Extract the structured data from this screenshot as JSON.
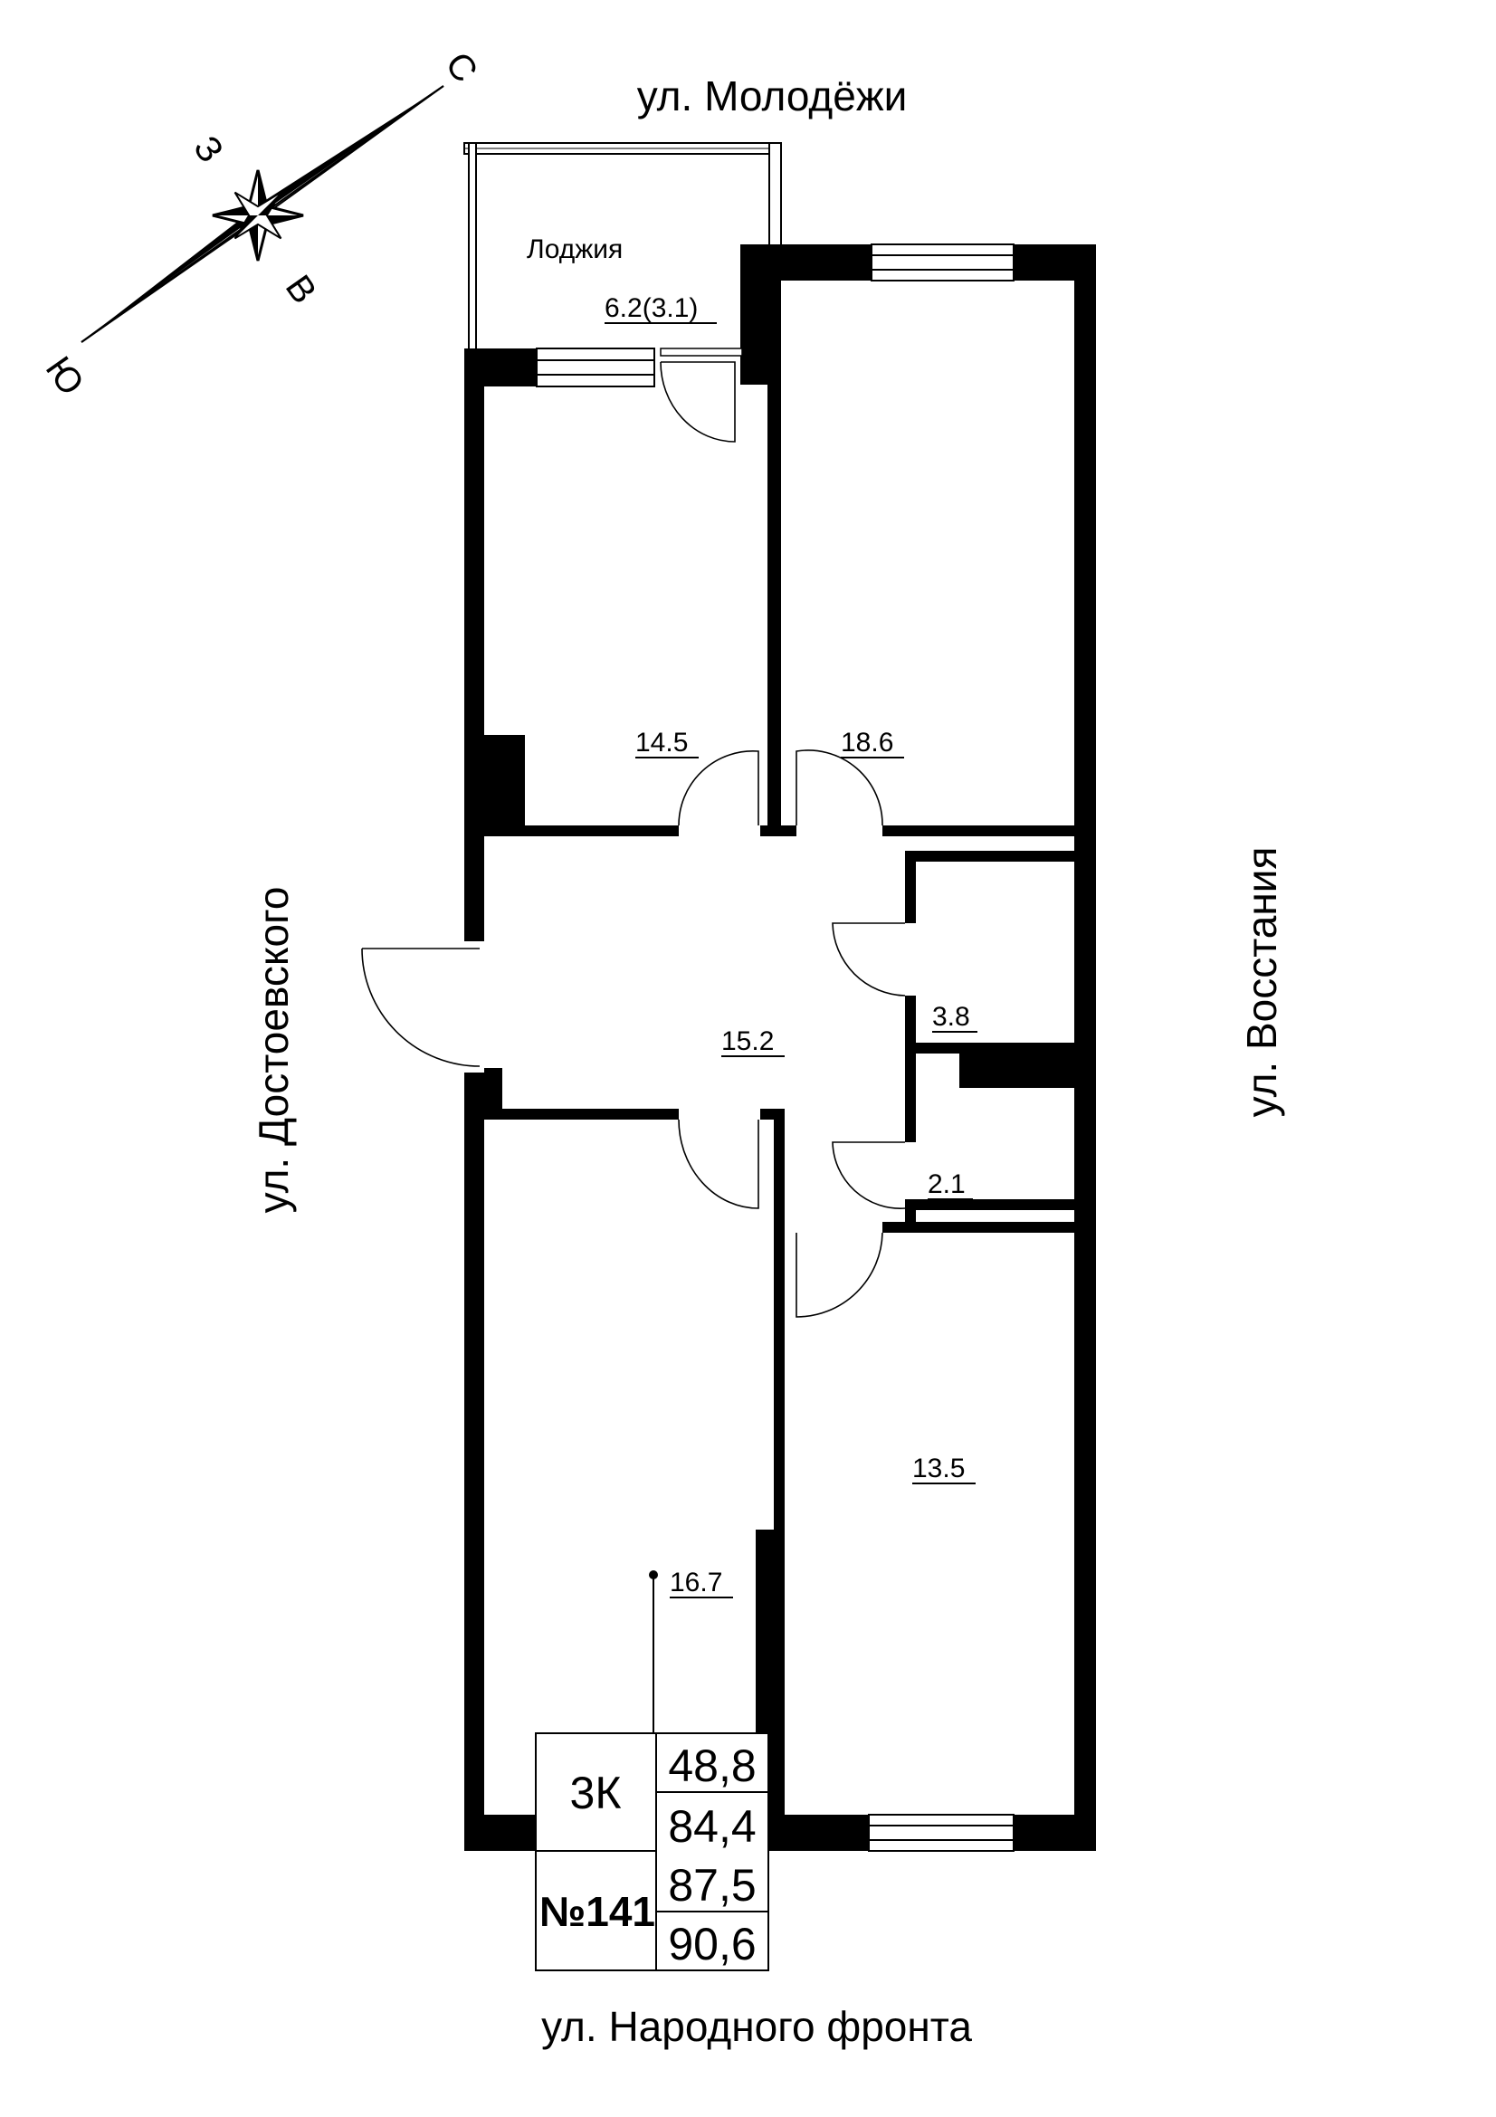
{
  "streets": {
    "north": "ул. Молодёжи",
    "south": "ул. Народного фронта",
    "west": "ул. Достоевского",
    "east": "ул. Восстания"
  },
  "compass": {
    "north": "С",
    "south": "Ю",
    "west": "З",
    "east": "В"
  },
  "loggia": {
    "label": "Лоджия",
    "area": "6.2(3.1)"
  },
  "rooms": [
    {
      "id": "room-top-left",
      "area": "14.5"
    },
    {
      "id": "room-top-right",
      "area": "18.6"
    },
    {
      "id": "hall",
      "area": "15.2"
    },
    {
      "id": "bathroom",
      "area": "3.8"
    },
    {
      "id": "wc",
      "area": "2.1"
    },
    {
      "id": "room-bottom-left",
      "area": "16.7"
    },
    {
      "id": "room-bottom-right",
      "area": "13.5"
    }
  ],
  "info_table": {
    "type": "3К",
    "number": "№141",
    "living_area": "48,8",
    "total_area_no_loggia": "84,4",
    "total_area_half_loggia": "87,5",
    "total_area_full": "90,6"
  }
}
